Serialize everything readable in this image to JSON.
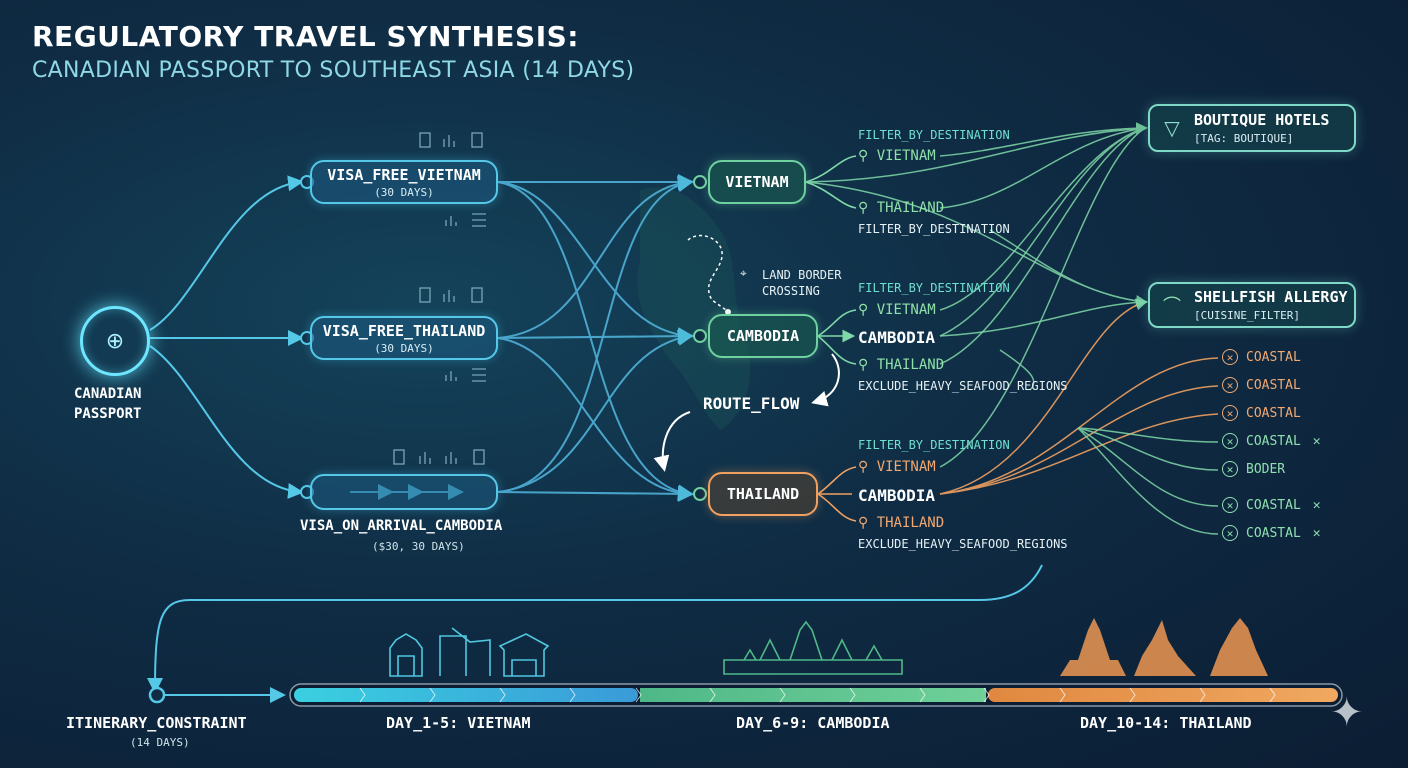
{
  "header": {
    "title": "REGULATORY TRAVEL SYNTHESIS:",
    "subtitle": "CANADIAN PASSPORT TO SOUTHEAST ASIA (14 DAYS)"
  },
  "origin": {
    "label_line1": "CANADIAN",
    "label_line2": "PASSPORT"
  },
  "visa_nodes": [
    {
      "main": "VISA_FREE_VIETNAM",
      "sub": "(30 DAYS)"
    },
    {
      "main": "VISA_FREE_THAILAND",
      "sub": "(30 DAYS)"
    },
    {
      "main": "VISA_ON_ARRIVAL_CAMBODIA",
      "sub": "($30, 30 DAYS)"
    }
  ],
  "country_nodes": [
    "VIETNAM",
    "CAMBODIA",
    "THAILAND"
  ],
  "land_border": {
    "line1": "LAND BORDER",
    "line2": "CROSSING"
  },
  "route_flow": "ROUTE_FLOW",
  "filters": {
    "filter_label": "FILTER_BY_DESTINATION",
    "exclude_label": "EXCLUDE_HEAVY_SEAFOOD_REGIONS",
    "vietnam": "VIETNAM",
    "thailand": "THAILAND",
    "cambodia": "CAMBODIA"
  },
  "boutique": {
    "title": "BOUTIQUE HOTELS",
    "tag": "[TAG: BOUTIQUE]"
  },
  "allergy": {
    "title": "SHELLFISH ALLERGY",
    "tag": "[CUISINE_FILTER]"
  },
  "excluded_regions": [
    {
      "label": "COASTAL",
      "color": "orange",
      "xmark": ""
    },
    {
      "label": "COASTAL",
      "color": "orange",
      "xmark": ""
    },
    {
      "label": "COASTAL",
      "color": "orange",
      "xmark": ""
    },
    {
      "label": "COASTAL",
      "color": "green",
      "xmark": "✕"
    },
    {
      "label": "BODER",
      "color": "green",
      "xmark": ""
    },
    {
      "label": "COASTAL",
      "color": "green",
      "xmark": "✕"
    },
    {
      "label": "COASTAL",
      "color": "green",
      "xmark": "✕"
    }
  ],
  "itinerary": {
    "label": "ITINERARY_CONSTRAINT",
    "sub": "(14 DAYS)",
    "segments": [
      "DAY_1-5: VIETNAM",
      "DAY_6-9: CAMBODIA",
      "DAY_10-14: THAILAND"
    ]
  },
  "colors": {
    "blue": "#55c8e8",
    "green": "#6fd0a0",
    "orange": "#f0a060"
  }
}
